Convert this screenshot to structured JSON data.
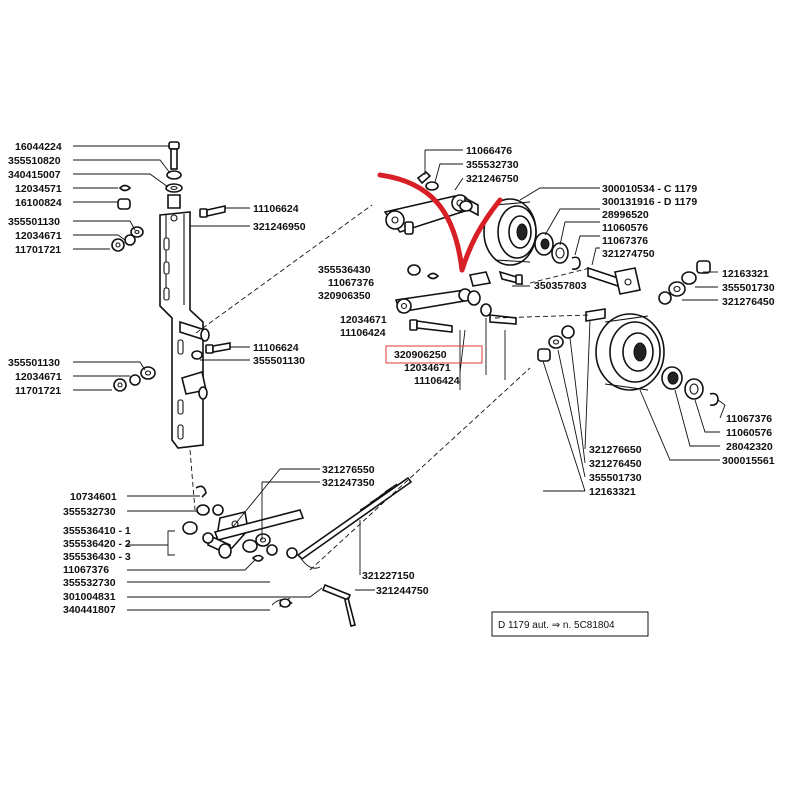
{
  "labels": {
    "l16044224": "16044224",
    "l355510820": "355510820",
    "l340415007": "340415007",
    "l12034571": "12034571",
    "l16100824": "16100824",
    "l355501130a": "355501130",
    "l12034671a": "12034671",
    "l11701721a": "11701721",
    "l11106624a": "11106624",
    "l321246950": "321246950",
    "l11106624b": "11106624",
    "l355501130b": "355501130",
    "l355501130c": "355501130",
    "l12034671b": "12034671",
    "l11701721b": "11701721",
    "l11066476": "11066476",
    "l355532730a": "355532730",
    "l321246750": "321246750",
    "l300010534": "300010534 - C 1179",
    "l300131916": "300131916 - D 1179",
    "l28996520": "28996520",
    "l11060576a": "11060576",
    "l11067376a": "11067376",
    "l321274750": "321274750",
    "l12163321a": "12163321",
    "l355501730a": "355501730",
    "l321276450a": "321276450",
    "l355536430": "355536430",
    "l11067376b": "11067376",
    "l320906350": "320906350",
    "l350357803": "350357803",
    "l12034671c": "12034671",
    "l11106424a": "11106424",
    "l320906250": "320906250",
    "l12034671d": "12034671",
    "l11106424b": "11106424",
    "l11067376c": "11067376",
    "l11060576b": "11060576",
    "l28042320": "28042320",
    "l300015561": "300015561",
    "l321276650": "321276650",
    "l321276450b": "321276450",
    "l355501730b": "355501730",
    "l12163321b": "12163321",
    "l321276550": "321276550",
    "l321247350": "321247350",
    "l10734601": "10734601",
    "l355532730b": "355532730",
    "l355536410": "355536410 - 1",
    "l355536420": "355536420 - 2",
    "l355536430b": "355536430 - 3",
    "l11067376d": "11067376",
    "l355532730c": "355532730",
    "l301004831": "301004831",
    "l340441807": "340441807",
    "l321227150": "321227150",
    "l321244750": "321244750"
  },
  "note": {
    "text": "D 1179 aut. ⇒ n. 5C81804"
  },
  "highlight": {
    "color": "#e03a3a",
    "arrow_color": "#d81f26"
  }
}
